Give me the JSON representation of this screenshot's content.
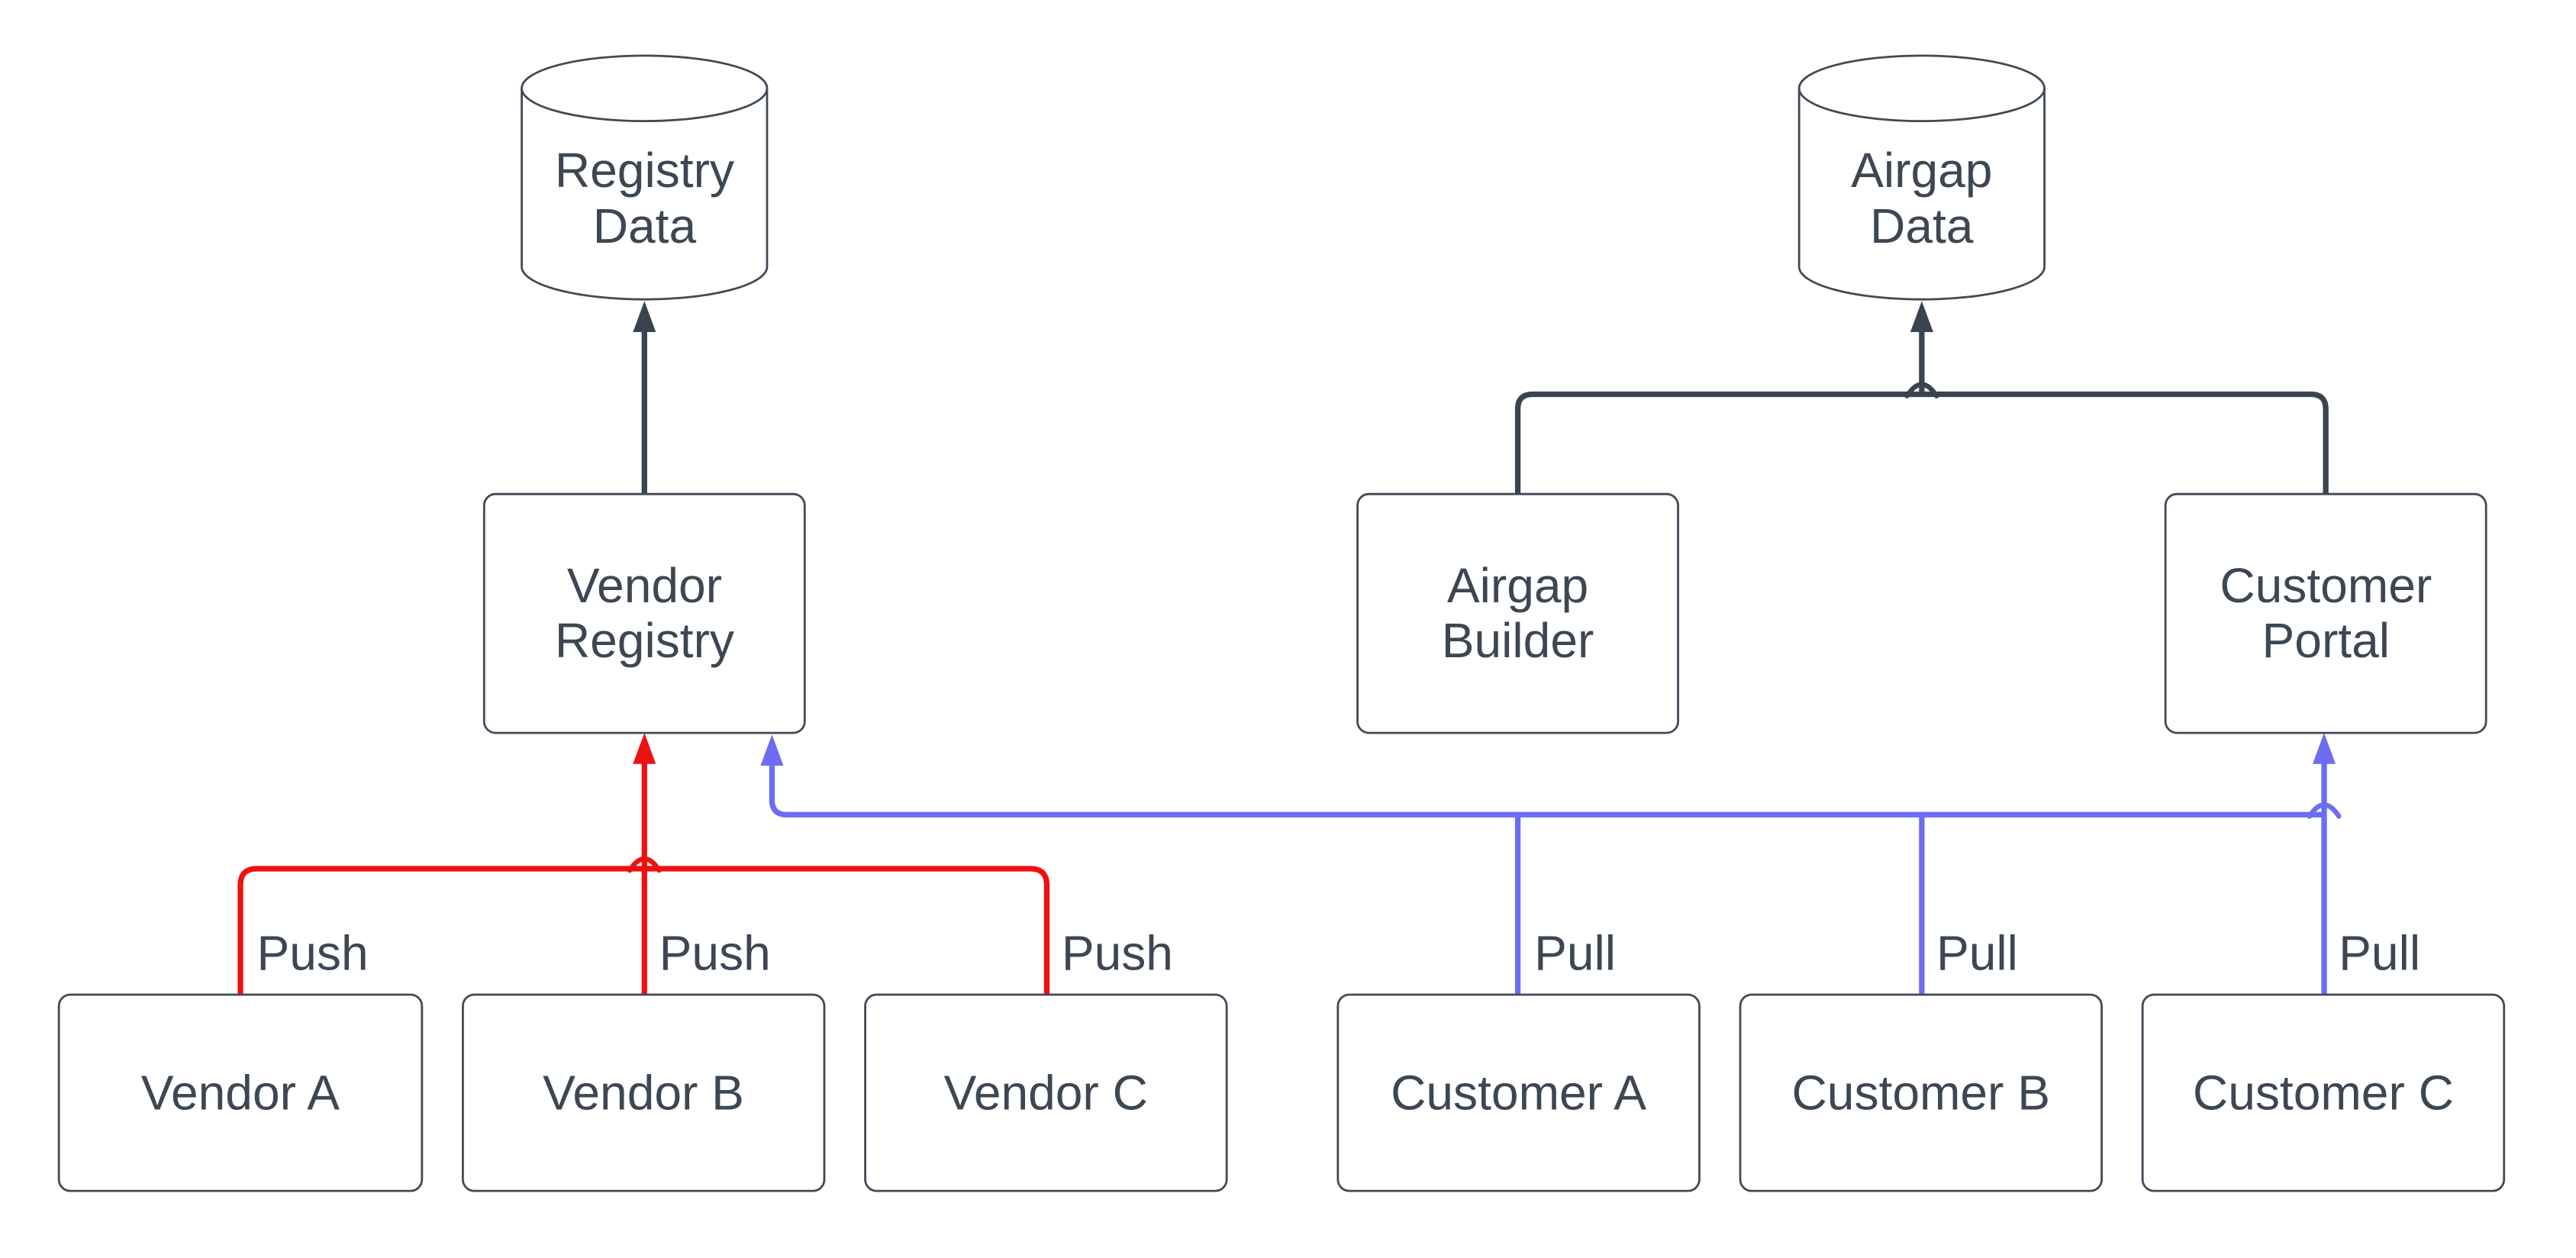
{
  "diagram": {
    "type": "flowchart",
    "colors": {
      "canvas_bg": "#ffffff",
      "node_fill": "#ffffff",
      "node_stroke": "#404a57",
      "connector_dark": "#3a4450",
      "connector_red": "#ee1111",
      "connector_blue": "#6b6ef2",
      "label_text": "#3d4754"
    },
    "nodes": {
      "registry_data": {
        "shape": "cylinder",
        "lines": [
          "Registry",
          "Data"
        ]
      },
      "airgap_data": {
        "shape": "cylinder",
        "lines": [
          "Airgap",
          "Data"
        ]
      },
      "vendor_registry": {
        "shape": "rectangle",
        "lines": [
          "Vendor",
          "Registry"
        ]
      },
      "airgap_builder": {
        "shape": "rectangle",
        "lines": [
          "Airgap",
          "Builder"
        ]
      },
      "customer_portal": {
        "shape": "rectangle",
        "lines": [
          "Customer",
          "Portal"
        ]
      },
      "vendor_a": {
        "shape": "rectangle",
        "label": "Vendor A"
      },
      "vendor_b": {
        "shape": "rectangle",
        "label": "Vendor B"
      },
      "vendor_c": {
        "shape": "rectangle",
        "label": "Vendor C"
      },
      "customer_a": {
        "shape": "rectangle",
        "label": "Customer A"
      },
      "customer_b": {
        "shape": "rectangle",
        "label": "Customer B"
      },
      "customer_c": {
        "shape": "rectangle",
        "label": "Customer C"
      }
    },
    "edges": {
      "push_a": {
        "label": "Push",
        "from": "vendor_a",
        "to": "vendor_registry",
        "color": "red"
      },
      "push_b": {
        "label": "Push",
        "from": "vendor_b",
        "to": "vendor_registry",
        "color": "red"
      },
      "push_c": {
        "label": "Push",
        "from": "vendor_c",
        "to": "vendor_registry",
        "color": "red"
      },
      "pull_a": {
        "label": "Pull",
        "from": "customer_a",
        "to": "vendor_registry",
        "color": "blue"
      },
      "pull_b": {
        "label": "Pull",
        "from": "customer_b",
        "to": "vendor_registry",
        "color": "blue"
      },
      "pull_c": {
        "label": "Pull",
        "from": "customer_c",
        "to": "customer_portal",
        "color": "blue"
      },
      "registry_store": {
        "label": "",
        "from": "vendor_registry",
        "to": "registry_data",
        "color": "dark"
      },
      "airgap_store_builder": {
        "label": "",
        "from": "airgap_builder",
        "to": "airgap_data",
        "color": "dark"
      },
      "airgap_store_portal": {
        "label": "",
        "from": "customer_portal",
        "to": "airgap_data",
        "color": "dark"
      }
    }
  }
}
